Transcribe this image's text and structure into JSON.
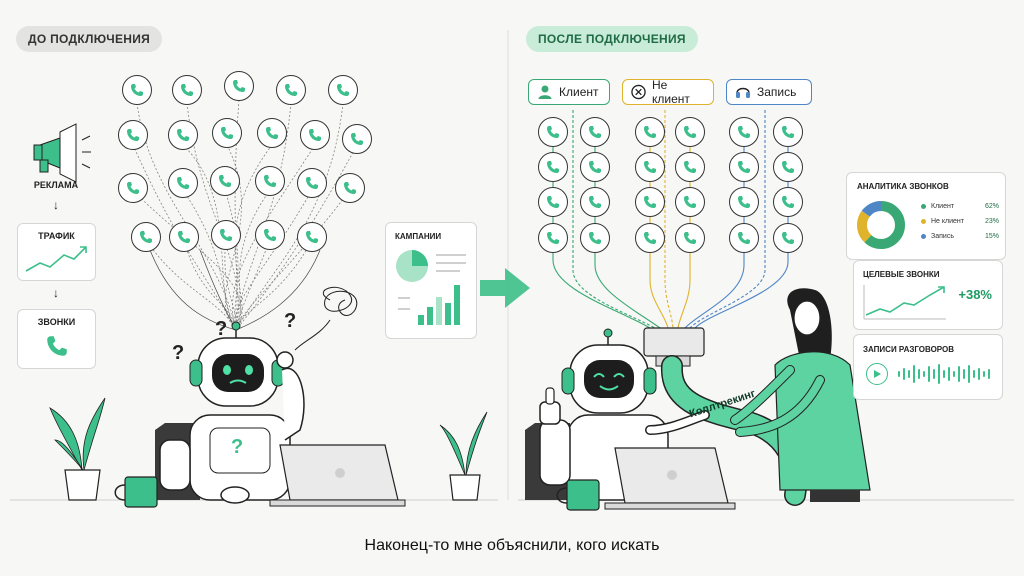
{
  "before": {
    "pill": "ДО ПОДКЛЮЧЕНИЯ",
    "flow": {
      "ad_label": "РЕКЛАМА",
      "traffic_label": "ТРАФИК",
      "calls_label": "ЗВОНКИ",
      "arrow": "↓"
    },
    "campaigns_label": "КАМПАНИИ",
    "question_marks": [
      "?",
      "?",
      "?"
    ],
    "robot_chest": "?"
  },
  "after": {
    "pill": "ПОСЛЕ ПОДКЛЮЧЕНИЯ",
    "tags": [
      {
        "label": "Клиент",
        "icon": "person-icon",
        "color": "#3aa874"
      },
      {
        "label": "Не клиент",
        "icon": "cross-circle-icon",
        "color": "#e0b32c"
      },
      {
        "label": "Запись",
        "icon": "headset-icon",
        "color": "#4f86c6"
      }
    ],
    "hose_label": "Коллтрекинг",
    "analytics": {
      "title": "АНАЛИТИКА ЗВОНКОВ",
      "rows": [
        {
          "label": "Клиент",
          "value": "62%",
          "color": "#3aa874",
          "share": 62
        },
        {
          "label": "Не клиент",
          "value": "23%",
          "color": "#e0b32c",
          "share": 23
        },
        {
          "label": "Запись",
          "value": "15%",
          "color": "#4f86c6",
          "share": 15
        }
      ]
    },
    "target_calls": {
      "title": "ЦЕЛЕВЫЕ ЗВОНКИ",
      "value": "+38%"
    },
    "recordings": {
      "title": "ЗАПИСИ РАЗГОВОРОВ"
    }
  },
  "caption": "Наконец-то мне объяснили, кого искать",
  "colors": {
    "accent": "#3cbf8a",
    "accent_dark": "#1f6b45",
    "ink": "#222222"
  }
}
